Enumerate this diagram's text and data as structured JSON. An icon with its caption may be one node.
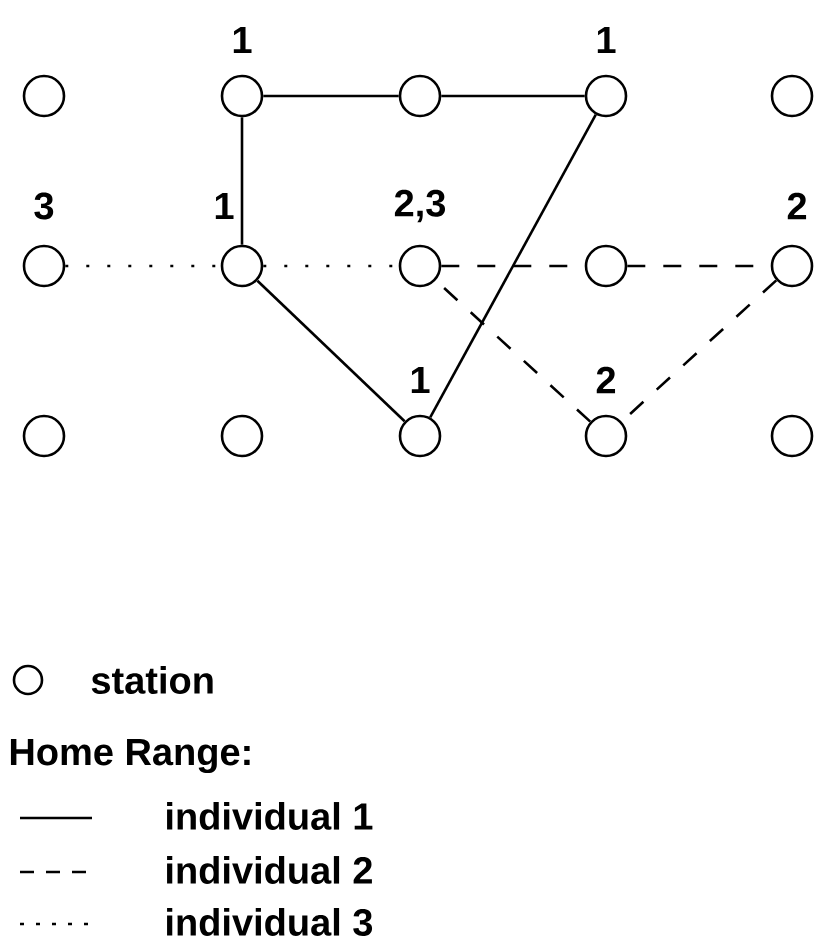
{
  "diagram": {
    "nodes": [
      {
        "text": [],
        "shape": "circle"
      },
      {
        "text": [],
        "shape": "circle",
        "beside": [
          "1"
        ]
      },
      {
        "text": [],
        "shape": "circle"
      },
      {
        "text": [],
        "shape": "circle",
        "beside": [
          "1"
        ]
      },
      {
        "text": [],
        "shape": "circle"
      },
      {
        "text": [],
        "shape": "circle",
        "beside": [
          "3"
        ]
      },
      {
        "text": [],
        "shape": "circle",
        "beside": [
          "1"
        ]
      },
      {
        "text": [],
        "shape": "circle",
        "beside": [
          "2,3"
        ]
      },
      {
        "text": [],
        "shape": "circle"
      },
      {
        "text": [],
        "shape": "circle",
        "beside": [
          "2"
        ]
      },
      {
        "text": [],
        "shape": "circle"
      },
      {
        "text": [],
        "shape": "circle"
      },
      {
        "text": [],
        "shape": "circle",
        "beside": [
          "1"
        ]
      },
      {
        "text": [],
        "shape": "circle",
        "beside": [
          "2"
        ]
      },
      {
        "text": [],
        "shape": "circle"
      }
    ],
    "edges": [
      {
        "from": 1,
        "to": 2,
        "arrow": "none"
      },
      {
        "from": 2,
        "to": 3,
        "arrow": "none"
      },
      {
        "from": 3,
        "to": 12,
        "arrow": "none"
      },
      {
        "from": 12,
        "to": 6,
        "arrow": "none"
      },
      {
        "from": 6,
        "to": 1,
        "arrow": "none"
      },
      {
        "from": 7,
        "to": 8,
        "arrow": "none",
        "style": "dashed"
      },
      {
        "from": 8,
        "to": 9,
        "arrow": "none",
        "style": "dashed"
      },
      {
        "from": 9,
        "to": 13,
        "arrow": "none",
        "style": "dashed"
      },
      {
        "from": 13,
        "to": 7,
        "arrow": "none",
        "style": "dashed"
      },
      {
        "from": 5,
        "to": 6,
        "arrow": "none",
        "style": "dashed"
      },
      {
        "from": 6,
        "to": 7,
        "arrow": "none",
        "style": "dashed"
      }
    ],
    "labels": [
      "Home Range:"
    ],
    "legend": [
      {
        "text": "station"
      },
      {
        "text": "individual 1"
      },
      {
        "text": "individual 2"
      },
      {
        "text": "individual 3"
      }
    ]
  }
}
